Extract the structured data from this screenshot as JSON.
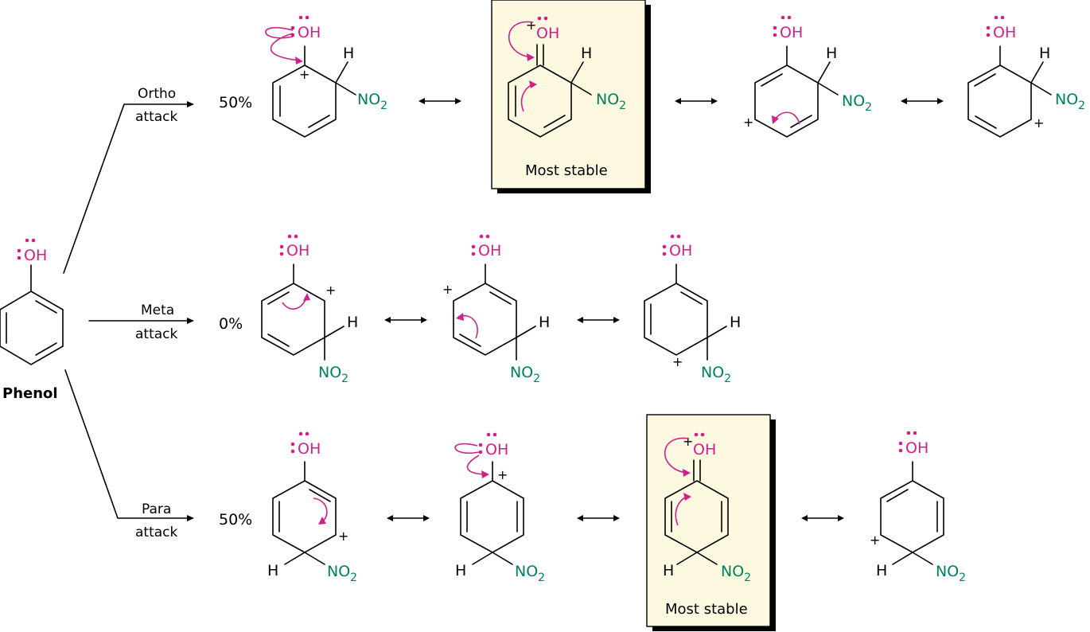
{
  "starting_material": {
    "name": "Phenol",
    "oh_label": "OH"
  },
  "pathways": [
    {
      "id": "ortho",
      "label_line1": "Ortho",
      "label_line2": "attack",
      "percent": "50%",
      "structures": [
        {
          "oh": "OH",
          "h": "H",
          "no2": "NO",
          "sub": "2",
          "charges": [
            "+"
          ]
        },
        {
          "oh": "OH",
          "h": "H",
          "no2": "NO",
          "sub": "2",
          "charges": [
            "+"
          ],
          "boxed": true,
          "box_caption": "Most stable"
        },
        {
          "oh": "OH",
          "h": "H",
          "no2": "NO",
          "sub": "2",
          "charges": [
            "+"
          ]
        },
        {
          "oh": "OH",
          "h": "H",
          "no2": "NO",
          "sub": "2",
          "charges": [
            "+"
          ]
        }
      ]
    },
    {
      "id": "meta",
      "label_line1": "Meta",
      "label_line2": "attack",
      "percent": "0%",
      "structures": [
        {
          "oh": "OH",
          "h": "H",
          "no2": "NO",
          "sub": "2",
          "charges": [
            "+"
          ]
        },
        {
          "oh": "OH",
          "h": "H",
          "no2": "NO",
          "sub": "2",
          "charges": [
            "+"
          ]
        },
        {
          "oh": "OH",
          "h": "H",
          "no2": "NO",
          "sub": "2",
          "charges": [
            "+"
          ]
        }
      ]
    },
    {
      "id": "para",
      "label_line1": "Para",
      "label_line2": "attack",
      "percent": "50%",
      "structures": [
        {
          "oh": "OH",
          "h": "H",
          "no2": "NO",
          "sub": "2",
          "charges": [
            "+"
          ]
        },
        {
          "oh": "OH",
          "h": "H",
          "no2": "NO",
          "sub": "2",
          "charges": [
            "+"
          ]
        },
        {
          "oh": "OH",
          "h": "H",
          "no2": "NO",
          "sub": "2",
          "charges": [
            "+"
          ],
          "boxed": true,
          "box_caption": "Most stable"
        },
        {
          "oh": "OH",
          "h": "H",
          "no2": "NO",
          "sub": "2",
          "charges": [
            "+"
          ]
        }
      ]
    }
  ],
  "colors": {
    "oxygen": "#d0218b",
    "nitro": "#00805f",
    "highlight_box": "#fdf9e0",
    "ink": "#000000"
  }
}
